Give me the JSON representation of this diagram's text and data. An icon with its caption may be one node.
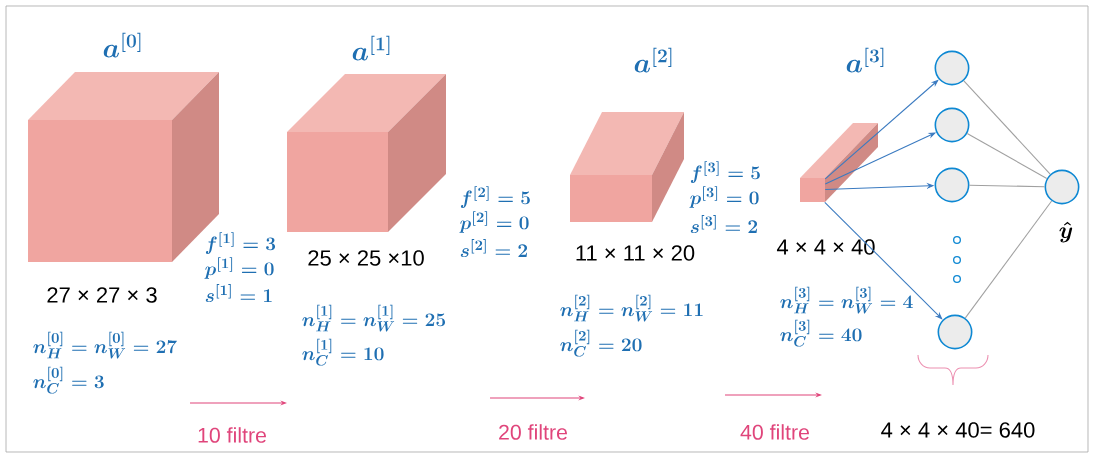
{
  "diagram": {
    "nodes": [
      {
        "text": [
          "a^{[0]}"
        ],
        "beside": [
          "27 × 27 × 3"
        ]
      },
      {
        "text": [
          "a^{[1]}"
        ],
        "beside": [
          "25 × 25 ×10"
        ]
      },
      {
        "text": [
          "a^{[2]}"
        ],
        "beside": [
          "11 × 11 × 20"
        ]
      },
      {
        "text": [
          "a^{[3]}"
        ],
        "beside": [
          "4 × 4 × 40"
        ]
      },
      {
        "text": [],
        "shape": "circle"
      },
      {
        "text": [],
        "shape": "circle"
      },
      {
        "text": [],
        "shape": "circle"
      },
      {
        "text": [],
        "shape": "circle"
      },
      {
        "text": [],
        "shape": "circle",
        "beside": [
          "\\hat{y}"
        ]
      }
    ],
    "edges": [
      {
        "from": 3,
        "to": 4,
        "arrow": "to"
      },
      {
        "from": 3,
        "to": 5,
        "arrow": "to"
      },
      {
        "from": 3,
        "to": 6,
        "arrow": "to"
      },
      {
        "from": 3,
        "to": 7,
        "arrow": "to"
      },
      {
        "from": 4,
        "to": 8,
        "arrow": "none",
        "color": "#a0a0a0"
      },
      {
        "from": 5,
        "to": 8,
        "arrow": "none",
        "color": "#a0a0a0"
      },
      {
        "from": 6,
        "to": 8,
        "arrow": "none",
        "color": "#a0a0a0"
      },
      {
        "from": 7,
        "to": 8,
        "arrow": "none",
        "color": "#a0a0a0"
      }
    ],
    "labels": [
      "f^{[1]} = 3",
      "p^{[1]} = 0",
      "s^{[1]} = 1",
      "f^{[2]} = 5",
      "p^{[2]} = 0",
      "s^{[2]} = 2",
      "f^{[3]} = 5",
      "p^{[3]} = 0",
      "s^{[3]} = 2",
      "n_H^{[0]} = n_W^{[0]} = 27",
      "n_C^{[0]} = 3",
      "n_H^{[1]} = n_W^{[1]} = 25",
      "n_C^{[1]} = 10",
      "n_H^{[2]} = n_W^{[2]} = 11",
      "n_C^{[2]} = 20",
      "n_H^{[3]} = n_W^{[3]} = 4",
      "n_C^{[3]} = 40",
      "10 filtre",
      "20 filtre",
      "40 filtre",
      "4 × 4 × 40= 640"
    ]
  }
}
